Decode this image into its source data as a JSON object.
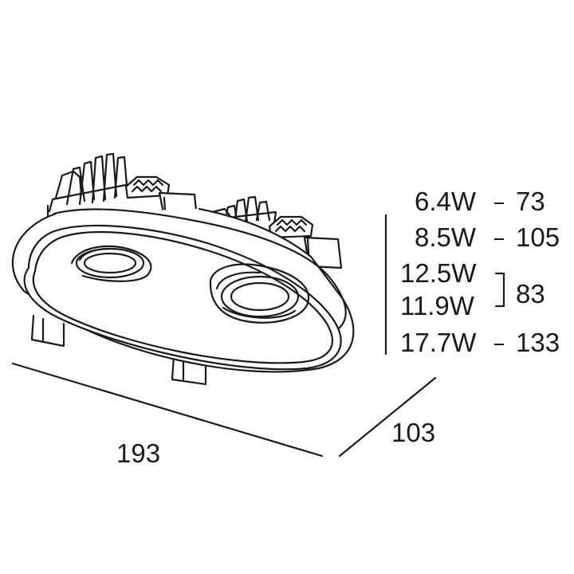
{
  "dimensions": {
    "length": "193",
    "depth": "103"
  },
  "power_table": [
    {
      "power": "6.4W",
      "value": "73"
    },
    {
      "power": "8.5W",
      "value": "105"
    },
    {
      "power": "12.5W"
    },
    {
      "power": "11.9W"
    },
    {
      "power": "17.7W",
      "value": "133"
    }
  ],
  "bracket_value": "83"
}
